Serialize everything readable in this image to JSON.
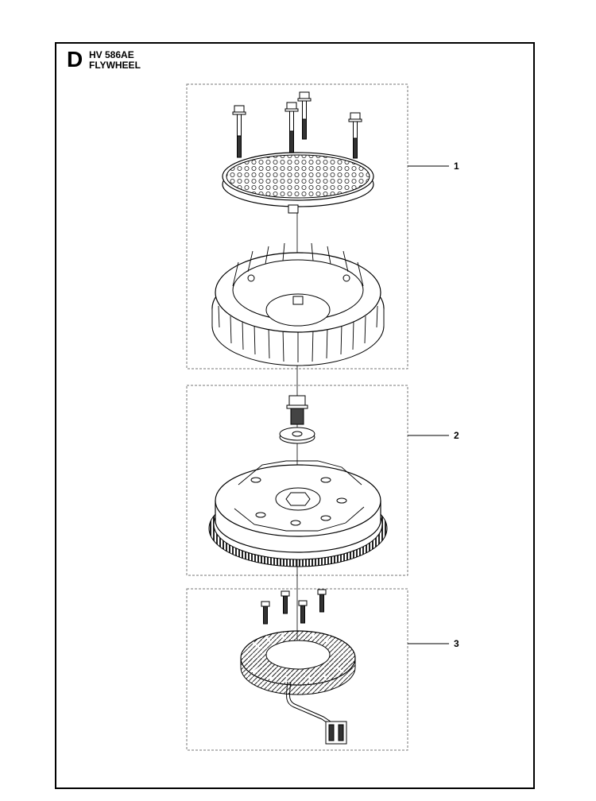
{
  "header": {
    "section": "D",
    "model": "HV 586AE",
    "title": "FLYWHEEL"
  },
  "callouts": [
    "1",
    "2",
    "3"
  ]
}
